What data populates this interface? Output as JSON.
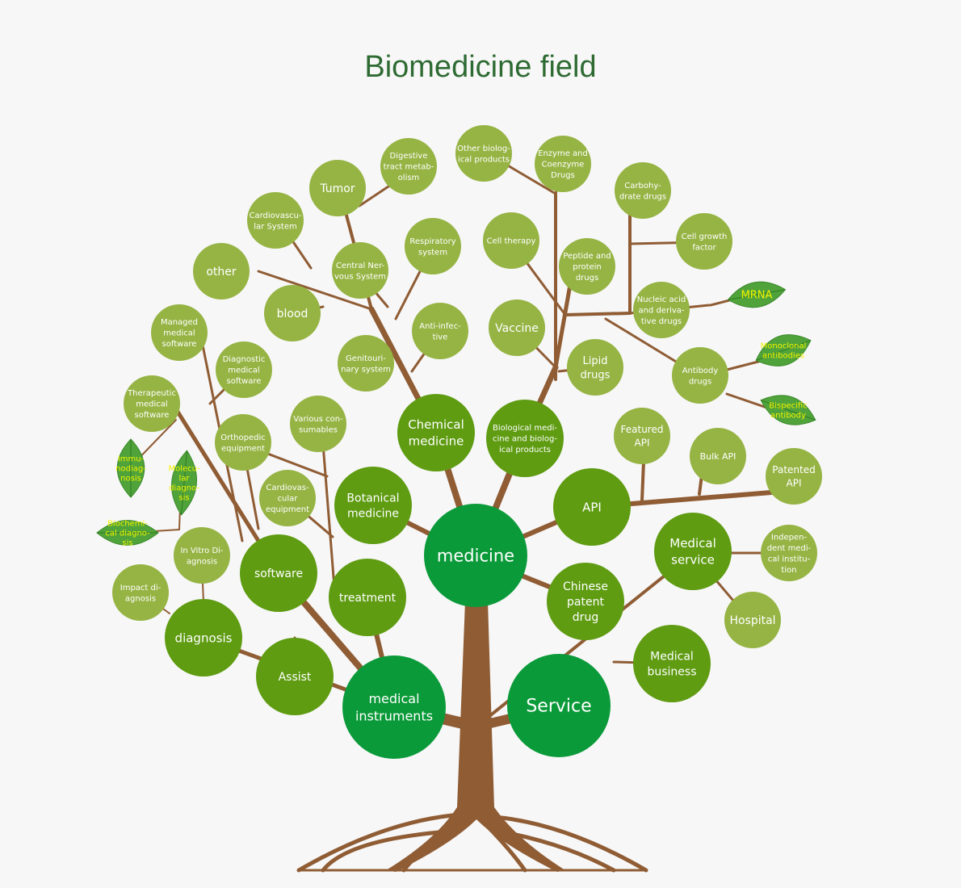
{
  "title": "Biomedicine field",
  "colors": {
    "trunk": "#8f5c34",
    "dark_green": "#0b9a39",
    "medium_green": "#5f9c12",
    "light_green": "#96b444",
    "leaf_text": "#f2f200",
    "title": "#2e6b33"
  },
  "nodes": {
    "medicine": "medicine",
    "medical_instruments": [
      "medical",
      "instruments"
    ],
    "service": "Service",
    "chemical_medicine": [
      "Chemical",
      "medicine"
    ],
    "biological_medicine": [
      "Biological medi-",
      "cine and biolog-",
      "ical products"
    ],
    "botanical_medicine": [
      "Botanical",
      "medicine"
    ],
    "api": "API",
    "chinese_patent_drug": [
      "Chinese",
      "patent",
      "drug"
    ],
    "medical_service": [
      "Medical",
      "service"
    ],
    "medical_business": [
      "Medical",
      "business"
    ],
    "software": "software",
    "treatment": "treatment",
    "diagnosis": "diagnosis",
    "assist": "Assist",
    "tumor": "Tumor",
    "digestive": [
      "Digestive",
      "tract metab-",
      "olism"
    ],
    "cardiovascular_system": [
      "Cardiovascu-",
      "lar System"
    ],
    "other": "other",
    "blood": "blood",
    "central_nervous": [
      "Central Ner-",
      "vous System"
    ],
    "respiratory": [
      "Respiratory",
      "system"
    ],
    "anti_infective": [
      "Anti-infec-",
      "tive"
    ],
    "genitourinary": [
      "Genitouri-",
      "nary system"
    ],
    "other_biological": [
      "Other biolog-",
      "ical products"
    ],
    "enzyme": [
      "Enzyme and",
      "Coenzyme",
      "Drugs"
    ],
    "carbohydrate": [
      "Carbohy-",
      "drate drugs"
    ],
    "cell_therapy": "Cell therapy",
    "cell_growth": [
      "Cell growth",
      "factor"
    ],
    "peptide": [
      "Peptide and",
      "protein",
      "drugs"
    ],
    "nucleic_acid": [
      "Nucleic acid",
      "and deriva-",
      "tive drugs"
    ],
    "vaccine": "Vaccine",
    "lipid": [
      "Lipid",
      "drugs"
    ],
    "antibody": [
      "Antibody",
      "drugs"
    ],
    "featured_api": [
      "Featured",
      "API"
    ],
    "bulk_api": "Bulk API",
    "patented_api": [
      "Patented",
      "API"
    ],
    "independent": [
      "Indepen-",
      "dent medi-",
      "cal institu-",
      "tion"
    ],
    "hospital": "Hospital",
    "managed_software": [
      "Managed",
      "medical",
      "software"
    ],
    "diagnostic_software": [
      "Diagnostic",
      "medical",
      "software"
    ],
    "therapeutic_software": [
      "Therapeutic",
      "medical",
      "software"
    ],
    "orthopedic": [
      "Orthopedic",
      "equipment"
    ],
    "consumables": [
      "Various con-",
      "sumables"
    ],
    "cardiovascular_equipment": [
      "Cardiovas-",
      "cular",
      "equipment"
    ],
    "in_vitro": [
      "In Vitro Di-",
      "agnosis"
    ],
    "impact_diagnosis": [
      "Impact di-",
      "agnosis"
    ]
  },
  "leaves": {
    "mrna": "MRNA",
    "monoclonal": [
      "Monoclonal",
      "antibodies"
    ],
    "bispecific": [
      "Bispecific",
      "antibody"
    ],
    "immunodiagnosis": [
      "Immu-",
      "nodiag-",
      "nosis"
    ],
    "molecular": [
      "Molecu-",
      "lar",
      "diagno-",
      "sis"
    ],
    "biochemical": [
      "Biochemi-",
      "cal diagno-",
      "sis"
    ]
  }
}
